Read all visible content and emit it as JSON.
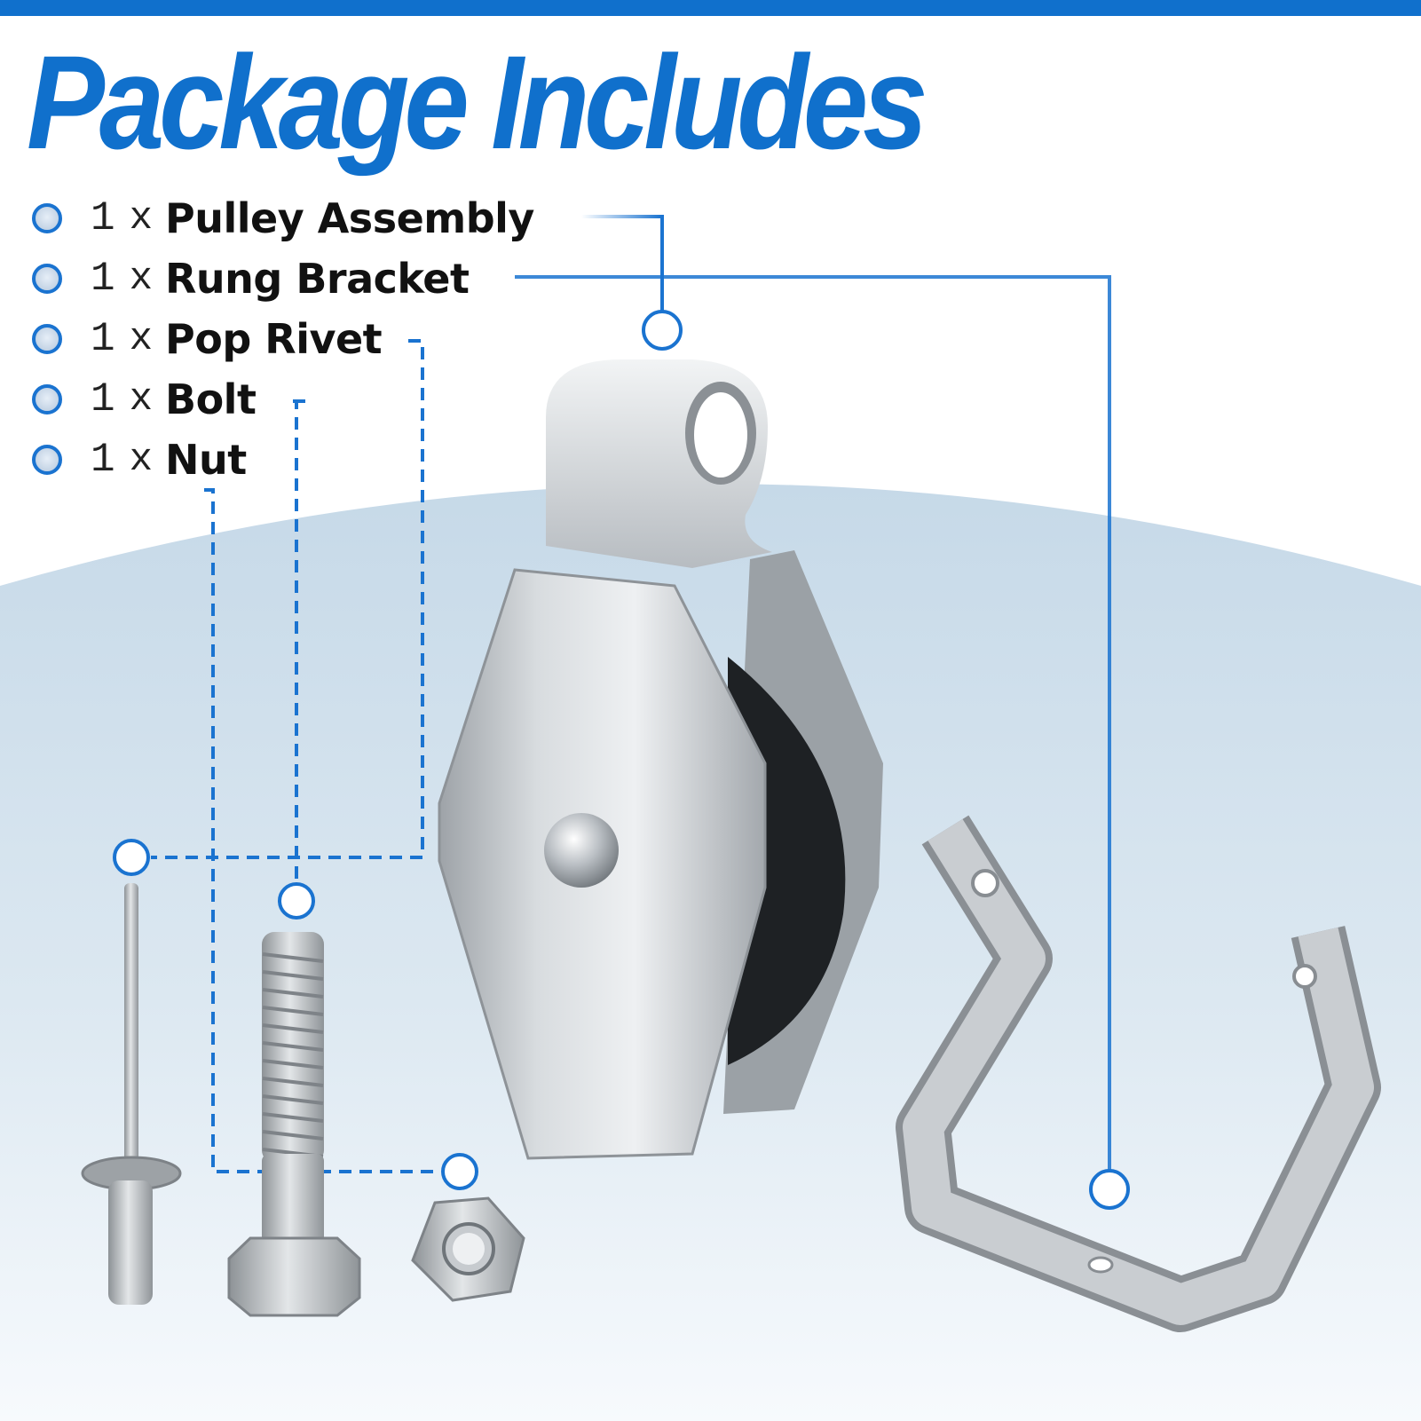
{
  "title": "Package Includes",
  "colors": {
    "accent": "#1070cc",
    "background_band": "#c9dcea"
  },
  "items": [
    {
      "qty": "1",
      "sep": "x",
      "name": "Pulley Assembly"
    },
    {
      "qty": "1",
      "sep": "x",
      "name": "Rung Bracket"
    },
    {
      "qty": "1",
      "sep": "x",
      "name": "Pop Rivet"
    },
    {
      "qty": "1",
      "sep": "x",
      "name": "Bolt"
    },
    {
      "qty": "1",
      "sep": "x",
      "name": "Nut"
    }
  ]
}
